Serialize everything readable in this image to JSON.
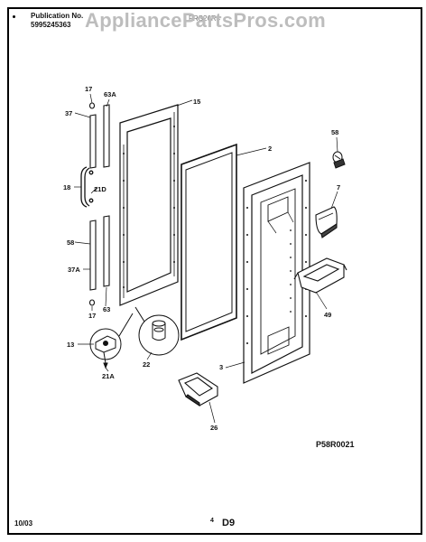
{
  "header": {
    "publication_label": "Publication No.",
    "publication_number": "5995245363",
    "model_text": "FRS26R4"
  },
  "watermark": "AppliancePartsPros.com",
  "diagram_code": "P58R0021",
  "footer": {
    "date": "10/03",
    "page_number": "4",
    "page_code": "D9"
  },
  "parts": {
    "p17_top": "17",
    "p63a": "63A",
    "p15": "15",
    "p37": "37",
    "p2": "2",
    "p58_top": "58",
    "p18": "18",
    "p21d": "21D",
    "p7": "7",
    "p58_mid": "58",
    "p37a": "37A",
    "p17_bot": "17",
    "p63": "63",
    "p49": "49",
    "p13": "13",
    "p22": "22",
    "p3": "3",
    "p21a": "21A",
    "p26": "26"
  }
}
